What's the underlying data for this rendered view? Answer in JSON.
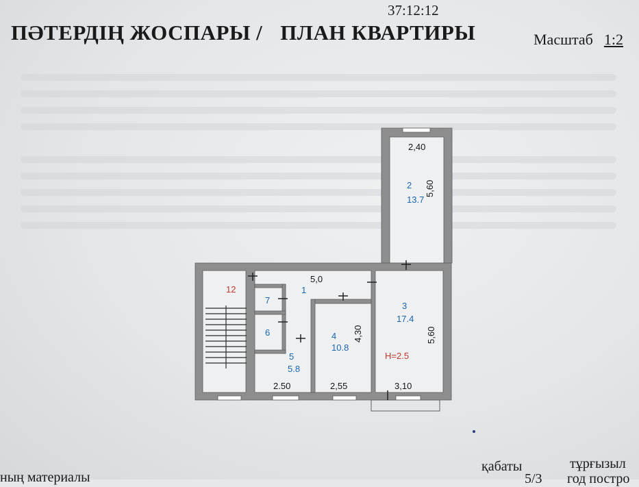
{
  "header": {
    "code": "37:12:12",
    "title_kz": "ПӘТЕРДІҢ ЖОСПАРЫ /",
    "title_ru": "ПЛАН КВАРТИРЫ",
    "scale_label": "Масштаб",
    "scale_value": "1:2"
  },
  "plan": {
    "rooms": [
      {
        "number": "2",
        "area": "13.7"
      },
      {
        "number": "1",
        "area": ""
      },
      {
        "number": "7",
        "area": ""
      },
      {
        "number": "6",
        "area": ""
      },
      {
        "number": "5",
        "area": "5.8"
      },
      {
        "number": "4",
        "area": "10.8"
      },
      {
        "number": "3",
        "area": "17.4"
      },
      {
        "number": "12",
        "area": ""
      }
    ],
    "dimensions": {
      "room2_width": "2,40",
      "room2_length": "5,60",
      "corridor_length": "5,0",
      "room4_length": "4,30",
      "room3_length": "5,60",
      "bottom_left": "2.50",
      "bottom_mid": "2,55",
      "bottom_right": "3,10"
    },
    "height": "H=2.5"
  },
  "footer": {
    "text_left": "ның материалы",
    "text_mid": "қабаты",
    "text_right": "тұрғызыл",
    "text_mid2": "5/3",
    "text_right2": "год постро"
  }
}
